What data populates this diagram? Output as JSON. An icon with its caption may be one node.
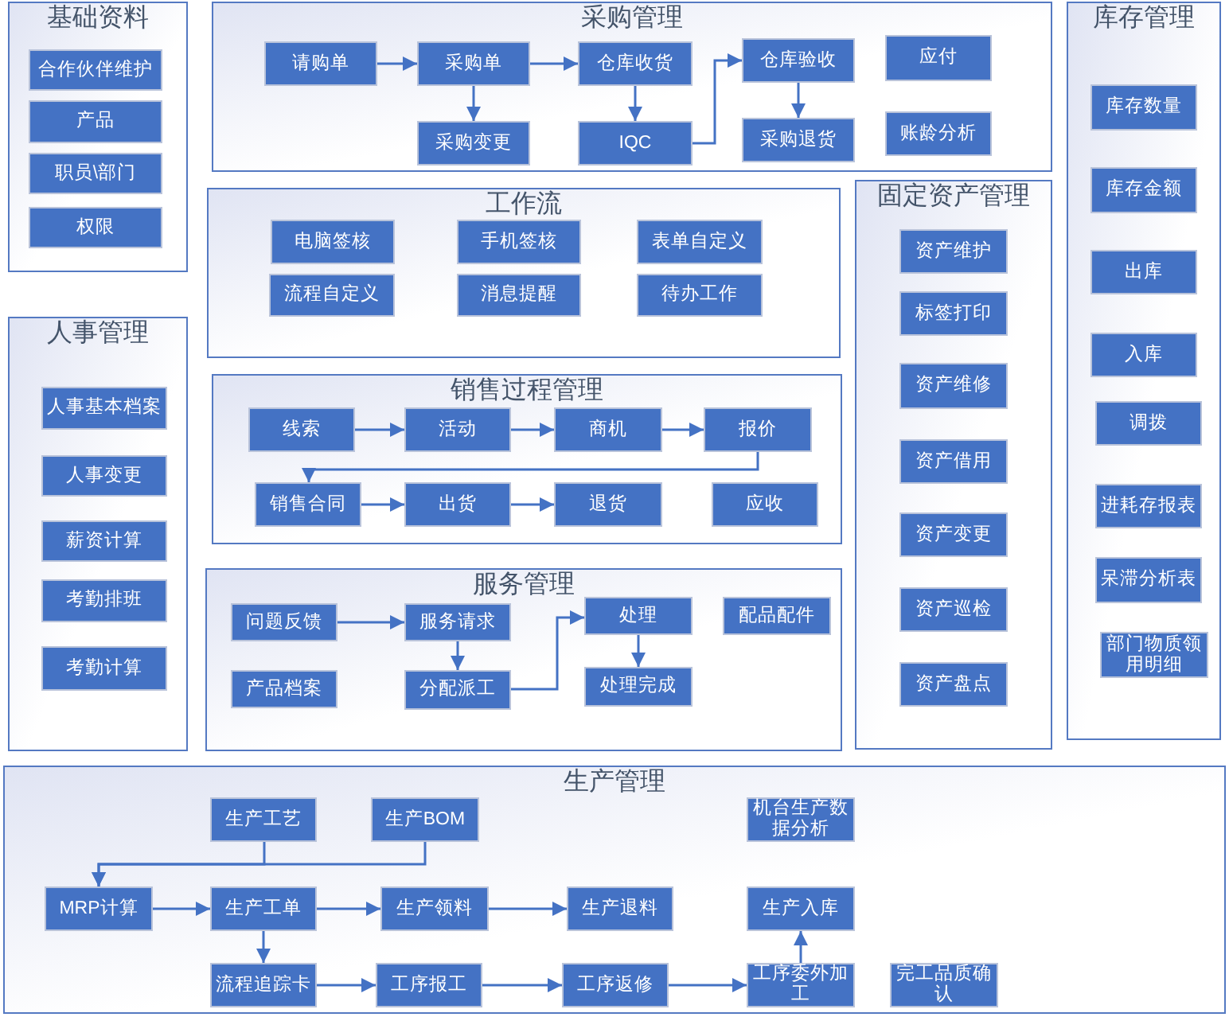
{
  "diagram": {
    "nodes": [
      {
        "text": [
          "基础资料"
        ]
      },
      {
        "text": [
          "合作伙伴维护"
        ],
        "in": 0
      },
      {
        "text": [
          "产品"
        ],
        "in": 0
      },
      {
        "text": [
          "职员\\部门"
        ],
        "in": 0
      },
      {
        "text": [
          "权限"
        ],
        "in": 0
      },
      {
        "text": [
          "采购管理"
        ]
      },
      {
        "text": [
          "请购单"
        ],
        "in": 5
      },
      {
        "text": [
          "采购单"
        ],
        "in": 5
      },
      {
        "text": [
          "仓库收货"
        ],
        "in": 5
      },
      {
        "text": [
          "仓库验收"
        ],
        "in": 5
      },
      {
        "text": [
          "应付"
        ],
        "in": 5
      },
      {
        "text": [
          "采购变更"
        ],
        "in": 5
      },
      {
        "text": [
          "IQC"
        ],
        "in": 5
      },
      {
        "text": [
          "采购退货"
        ],
        "in": 5
      },
      {
        "text": [
          "账龄分析"
        ],
        "in": 5
      },
      {
        "text": [
          "库存管理"
        ]
      },
      {
        "text": [
          "库存数量"
        ],
        "in": 15
      },
      {
        "text": [
          "库存金额"
        ],
        "in": 15
      },
      {
        "text": [
          "出库"
        ],
        "in": 15
      },
      {
        "text": [
          "入库"
        ],
        "in": 15
      },
      {
        "text": [
          "调拨"
        ],
        "in": 15
      },
      {
        "text": [
          "进耗存报表"
        ],
        "in": 15
      },
      {
        "text": [
          "呆滞分析表"
        ],
        "in": 15
      },
      {
        "text": [
          "部门物质领用明细"
        ],
        "in": 15
      },
      {
        "text": [
          "工作流"
        ]
      },
      {
        "text": [
          "电脑签核"
        ],
        "in": 24
      },
      {
        "text": [
          "手机签核"
        ],
        "in": 24
      },
      {
        "text": [
          "表单自定义"
        ],
        "in": 24
      },
      {
        "text": [
          "流程自定义"
        ],
        "in": 24
      },
      {
        "text": [
          "消息提醒"
        ],
        "in": 24
      },
      {
        "text": [
          "待办工作"
        ],
        "in": 24
      },
      {
        "text": [
          "固定资产管理"
        ]
      },
      {
        "text": [
          "资产维护"
        ],
        "in": 31
      },
      {
        "text": [
          "标签打印"
        ],
        "in": 31
      },
      {
        "text": [
          "资产维修"
        ],
        "in": 31
      },
      {
        "text": [
          "资产借用"
        ],
        "in": 31
      },
      {
        "text": [
          "资产变更"
        ],
        "in": 31
      },
      {
        "text": [
          "资产巡检"
        ],
        "in": 31
      },
      {
        "text": [
          "资产盘点"
        ],
        "in": 31
      },
      {
        "text": [
          "人事管理"
        ]
      },
      {
        "text": [
          "人事基本档案"
        ],
        "in": 39
      },
      {
        "text": [
          "人事变更"
        ],
        "in": 39
      },
      {
        "text": [
          "薪资计算"
        ],
        "in": 39
      },
      {
        "text": [
          "考勤排班"
        ],
        "in": 39
      },
      {
        "text": [
          "考勤计算"
        ],
        "in": 39
      },
      {
        "text": [
          "销售过程管理"
        ]
      },
      {
        "text": [
          "线索"
        ],
        "in": 45
      },
      {
        "text": [
          "活动"
        ],
        "in": 45
      },
      {
        "text": [
          "商机"
        ],
        "in": 45
      },
      {
        "text": [
          "报价"
        ],
        "in": 45
      },
      {
        "text": [
          "销售合同"
        ],
        "in": 45
      },
      {
        "text": [
          "出货"
        ],
        "in": 45
      },
      {
        "text": [
          "退货"
        ],
        "in": 45
      },
      {
        "text": [
          "应收"
        ],
        "in": 45
      },
      {
        "text": [
          "服务管理"
        ]
      },
      {
        "text": [
          "问题反馈"
        ],
        "in": 54
      },
      {
        "text": [
          "服务请求"
        ],
        "in": 54
      },
      {
        "text": [
          "处理"
        ],
        "in": 54
      },
      {
        "text": [
          "配品配件"
        ],
        "in": 54
      },
      {
        "text": [
          "产品档案"
        ],
        "in": 54
      },
      {
        "text": [
          "分配派工"
        ],
        "in": 54
      },
      {
        "text": [
          "处理完成"
        ],
        "in": 54
      },
      {
        "text": [
          "生产管理"
        ]
      },
      {
        "text": [
          "生产工艺"
        ],
        "in": 62
      },
      {
        "text": [
          "生产BOM"
        ],
        "in": 62
      },
      {
        "text": [
          "机台生产数据分析"
        ],
        "in": 62
      },
      {
        "text": [
          "MRP计算"
        ],
        "in": 62
      },
      {
        "text": [
          "生产工单"
        ],
        "in": 62
      },
      {
        "text": [
          "生产领料"
        ],
        "in": 62
      },
      {
        "text": [
          "生产退料"
        ],
        "in": 62
      },
      {
        "text": [
          "生产入库"
        ],
        "in": 62
      },
      {
        "text": [
          "流程追踪卡"
        ],
        "in": 62
      },
      {
        "text": [
          "工序报工"
        ],
        "in": 62
      },
      {
        "text": [
          "工序返修"
        ],
        "in": 62
      },
      {
        "text": [
          "工序委外加工"
        ],
        "in": 62
      },
      {
        "text": [
          "完工品质确认"
        ],
        "in": 62
      }
    ],
    "edges": [
      {
        "from": 6,
        "to": 7,
        "arrow": "to"
      },
      {
        "from": 7,
        "to": 8,
        "arrow": "to"
      },
      {
        "from": 7,
        "to": 11,
        "arrow": "to"
      },
      {
        "from": 8,
        "to": 12,
        "arrow": "to"
      },
      {
        "from": 12,
        "to": 9,
        "arrow": "to"
      },
      {
        "from": 9,
        "to": 13,
        "arrow": "to"
      },
      {
        "from": 46,
        "to": 47,
        "arrow": "to"
      },
      {
        "from": 47,
        "to": 48,
        "arrow": "to"
      },
      {
        "from": 48,
        "to": 49,
        "arrow": "to"
      },
      {
        "from": 49,
        "to": 50,
        "arrow": "to"
      },
      {
        "from": 50,
        "to": 51,
        "arrow": "to"
      },
      {
        "from": 51,
        "to": 52,
        "arrow": "to"
      },
      {
        "from": 55,
        "to": 56,
        "arrow": "to"
      },
      {
        "from": 56,
        "to": 60,
        "arrow": "to"
      },
      {
        "from": 60,
        "to": 57,
        "arrow": "to"
      },
      {
        "from": 57,
        "to": 61,
        "arrow": "to"
      },
      {
        "from": 63,
        "to": 66,
        "arrow": "to"
      },
      {
        "from": 64,
        "to": 66,
        "arrow": "to"
      },
      {
        "from": 66,
        "to": 67,
        "arrow": "to"
      },
      {
        "from": 67,
        "to": 68,
        "arrow": "to"
      },
      {
        "from": 68,
        "to": 69,
        "arrow": "to"
      },
      {
        "from": 67,
        "to": 71,
        "arrow": "to"
      },
      {
        "from": 71,
        "to": 72,
        "arrow": "to"
      },
      {
        "from": 72,
        "to": 73,
        "arrow": "to"
      },
      {
        "from": 73,
        "to": 74,
        "arrow": "to"
      },
      {
        "from": 74,
        "to": 70,
        "arrow": "to"
      }
    ]
  }
}
